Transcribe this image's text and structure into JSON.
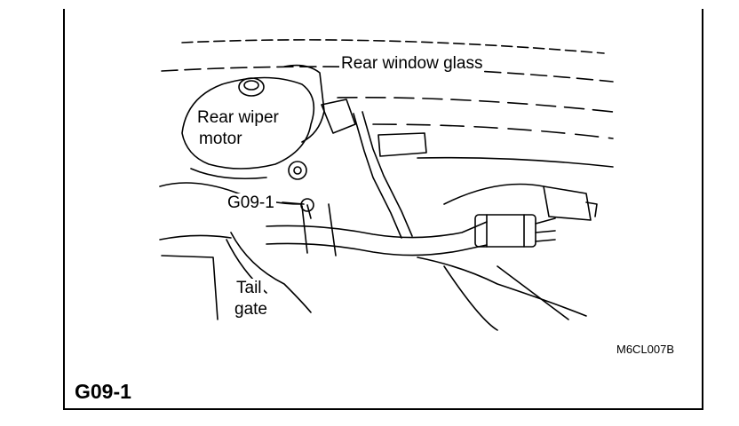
{
  "labels": {
    "rear_window_glass": "Rear window glass",
    "rear_wiper_motor_line1": "Rear wiper",
    "rear_wiper_motor_line2": "motor",
    "ground_point": "G09-1",
    "tail_gate_line1": "Tail",
    "tail_gate_line2": "gate"
  },
  "figure_code": "M6CL007B",
  "caption": "G09-1"
}
